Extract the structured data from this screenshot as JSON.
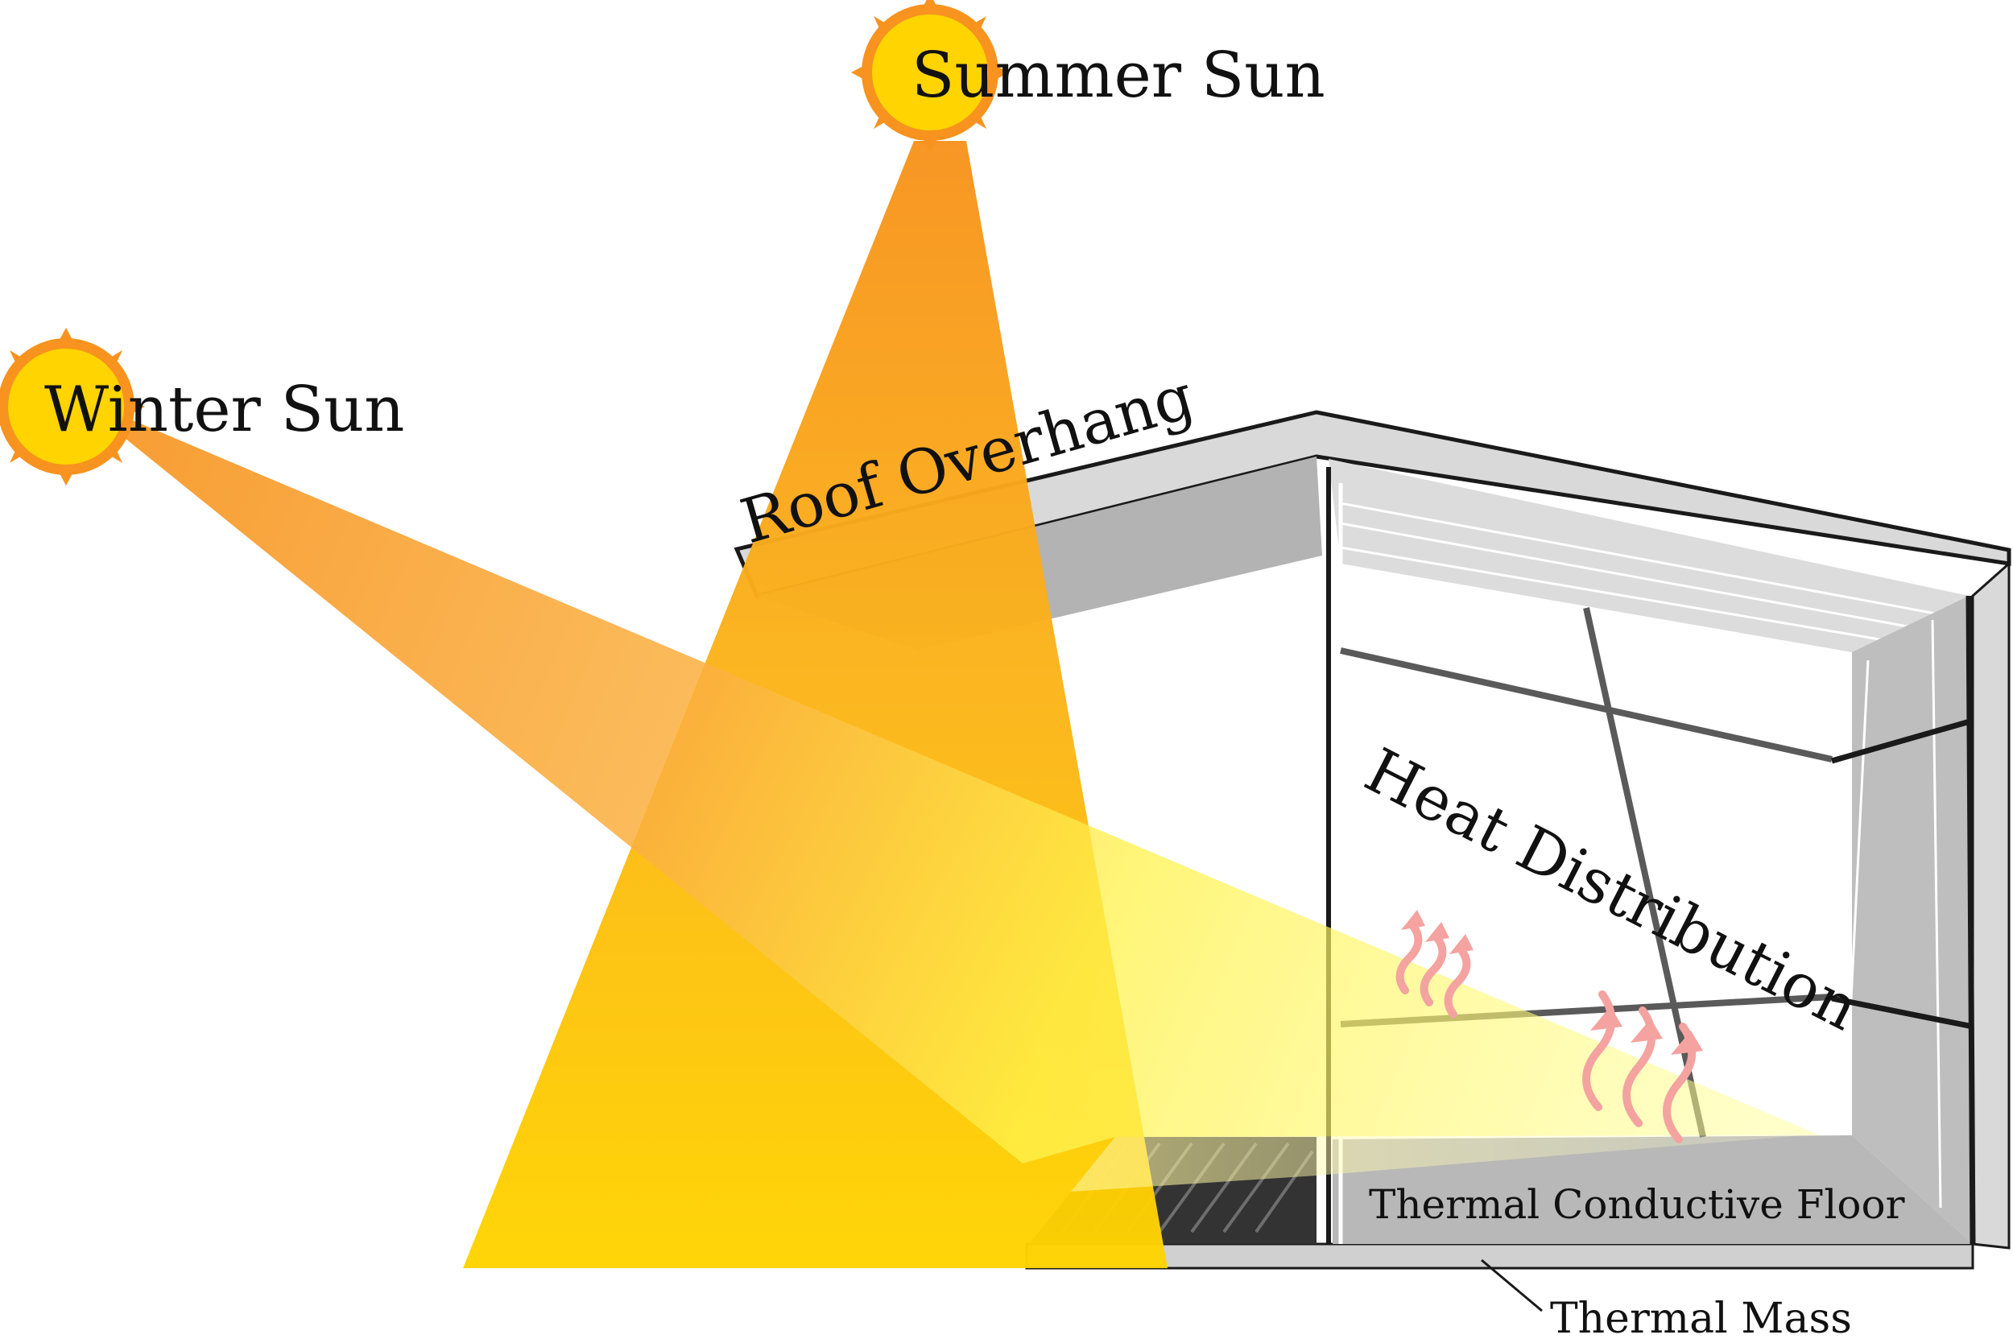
{
  "labels": {
    "summer_sun": "Summer Sun",
    "winter_sun": "Winter Sun",
    "roof_overhang": "Roof Overhang",
    "heat_distribution": "Heat Distribution",
    "thermal_floor": "Thermal Conductive Floor",
    "thermal_mass": "Thermal Mass"
  },
  "colors": {
    "sun_core": "#FFD400",
    "sun_ray": "#F7931E",
    "summer_beam_top": "#F7931E",
    "summer_beam_bottom": "#FFD400",
    "winter_beam": "#F7931E",
    "winter_beam_light": "#FFFF80",
    "heat_arrow": "#F4A3A0",
    "wall_grey": "#D9D9D9",
    "wall_shadow": "#B8B8B8",
    "floor_dark": "#333333",
    "outline": "#1A1A1A"
  },
  "icons": {
    "summer_sun": "sun-icon",
    "winter_sun": "sun-icon",
    "heat": "wavy-up-arrow-icon"
  }
}
